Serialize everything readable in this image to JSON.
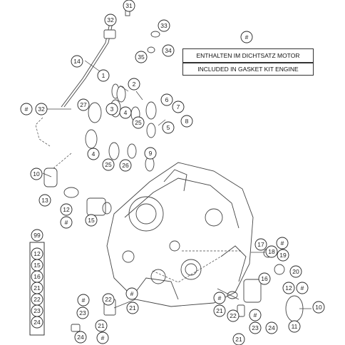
{
  "callout": {
    "hash": "#",
    "line_de": "ENTHALTEN IM DICHTSATZ MOTOR",
    "line_en": "INCLUDED IN GASKET KIT ENGINE"
  },
  "kit": {
    "label": "99",
    "items": [
      "12",
      "15",
      "16",
      "21",
      "22",
      "23",
      "24"
    ]
  },
  "labels": [
    {
      "id": "31",
      "t": "31"
    },
    {
      "id": "32a",
      "t": "32"
    },
    {
      "id": "33",
      "t": "33"
    },
    {
      "id": "34",
      "t": "34"
    },
    {
      "id": "35",
      "t": "35"
    },
    {
      "id": "14",
      "t": "14"
    },
    {
      "id": "1",
      "t": "1"
    },
    {
      "id": "2",
      "t": "2"
    },
    {
      "id": "3",
      "t": "3"
    },
    {
      "id": "27",
      "t": "27"
    },
    {
      "id": "4a",
      "t": "4"
    },
    {
      "id": "25a",
      "t": "25"
    },
    {
      "id": "6",
      "t": "6"
    },
    {
      "id": "7",
      "t": "7"
    },
    {
      "id": "5",
      "t": "5"
    },
    {
      "id": "8",
      "t": "8"
    },
    {
      "id": "32b",
      "t": "32"
    },
    {
      "id": "4b",
      "t": "4"
    },
    {
      "id": "9",
      "t": "9"
    },
    {
      "id": "25b",
      "t": "25"
    },
    {
      "id": "26",
      "t": "26"
    },
    {
      "id": "10a",
      "t": "10"
    },
    {
      "id": "13",
      "t": "13"
    },
    {
      "id": "12a",
      "t": "12"
    },
    {
      "id": "15",
      "t": "15"
    },
    {
      "id": "17",
      "t": "17"
    },
    {
      "id": "18",
      "t": "18"
    },
    {
      "id": "19",
      "t": "19"
    },
    {
      "id": "20",
      "t": "20"
    },
    {
      "id": "16",
      "t": "16"
    },
    {
      "id": "12b",
      "t": "12"
    },
    {
      "id": "10b",
      "t": "10"
    },
    {
      "id": "11",
      "t": "11"
    },
    {
      "id": "22a",
      "t": "22"
    },
    {
      "id": "21a",
      "t": "21"
    },
    {
      "id": "23a",
      "t": "23"
    },
    {
      "id": "21b",
      "t": "21"
    },
    {
      "id": "24a",
      "t": "24"
    },
    {
      "id": "21c",
      "t": "21"
    },
    {
      "id": "22b",
      "t": "22"
    },
    {
      "id": "21d",
      "t": "21"
    },
    {
      "id": "23b",
      "t": "23"
    },
    {
      "id": "24b",
      "t": "24"
    }
  ],
  "colors": {
    "ink": "#222222",
    "stroke": "#444444"
  }
}
